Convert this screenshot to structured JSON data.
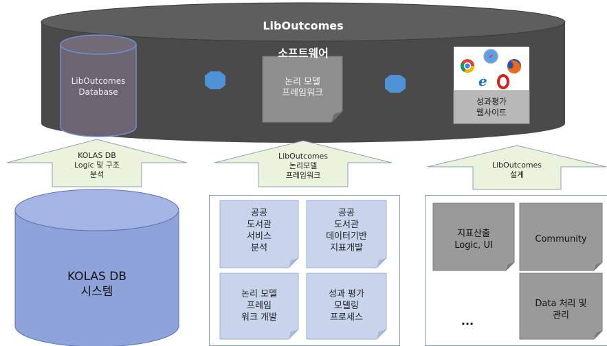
{
  "top_system": {
    "title_line1": "LibOutcomes",
    "title_line2": "소프트웨어",
    "database_label": "LibOutcomes\nDatabase",
    "framework_label": "논리 모델\n프레임워크",
    "website_label": "성과평가\n웹사이트",
    "browser_icons": [
      "chrome-icon",
      "safari-icon",
      "firefox-icon",
      "ie-icon",
      "opera-icon"
    ]
  },
  "arrows": [
    {
      "label": "KOLAS DB\nLogic 및 구조\n분석"
    },
    {
      "label": "LibOutcomes\n논리모델\n프레임워크"
    },
    {
      "label": "LibOutcomes\n설계"
    }
  ],
  "left_section": {
    "db_label": "KOLAS DB\n시스템"
  },
  "middle_section": {
    "notes": [
      "공공\n도서관\n서비스\n분석",
      "공공\n도서관\n데이터기반\n지표개발",
      "논리 모델\n프레임\n워크 개발",
      "성과 평가\n모델링\n프로세스"
    ]
  },
  "right_section": {
    "boxes": [
      "지표산출\nLogic, UI",
      "Community",
      "Data 처리 및\n관리"
    ],
    "ellipsis": "..."
  },
  "colors": {
    "cylinder_dark": "#4a4a4a",
    "cylinder_top": "#5c5c5c",
    "connector_blue": "#4f93d6",
    "arrow_fill": "#ebf3dc",
    "db_blue": "#8fa3db",
    "note_blue": "#c7d4ec",
    "gray_box": "#9a9a9a"
  }
}
